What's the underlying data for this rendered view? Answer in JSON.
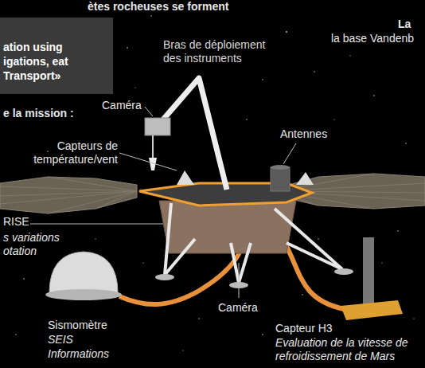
{
  "diagram": {
    "nodes": [
      {
        "text": [
          "ation using igations, eat Transport»"
        ]
      }
    ],
    "labels": [
      "ètes rocheuses se forment",
      "e la mission :",
      "La",
      "la base Vandenb",
      "Bras de déploiement des instruments",
      "Caméra",
      "Capteurs de température/vent",
      "Antennes",
      "RISE",
      "s variations otation",
      "Caméra",
      "Sismomètre",
      "SEIS",
      "Informations",
      "Capteur H3",
      "Evaluation de la vitesse de refroidissement de Mars"
    ]
  }
}
